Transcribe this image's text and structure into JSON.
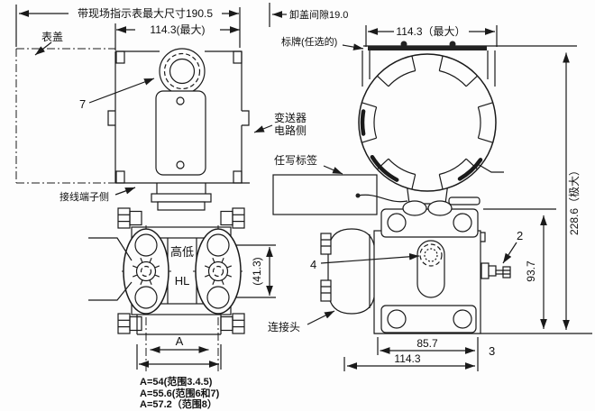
{
  "diagram": {
    "type": "engineering-dimension-drawing",
    "subject": "differential-pressure-transmitter",
    "left_view": {
      "dim_overall": "带现场指示表最大尺寸190.5",
      "dim_width": "114.3(最大)",
      "cover_label": "表盖",
      "callout_7": "7",
      "circuit_side_line1": "变送器",
      "circuit_side_line2": "电路侧",
      "terminal_side": "接线端子侧",
      "high_low": "高低",
      "hl": "HL",
      "dim_port_span": "(41.3)",
      "dim_a": "A",
      "notes": [
        "A=54(范围3.4.5)",
        "A=55.6(范围6和7)",
        "A=57.2（范围8）"
      ]
    },
    "right_view": {
      "clearance": "卸盖间隙19.0",
      "nameplate": "标牌(任选的)",
      "dim_width": "114.3（最大）",
      "tag_label": "任写标签",
      "connector_label": "连接头",
      "dim_height_total": "228.6（极大）",
      "dim_height_body": "93.7",
      "dim_bolt_span": "85.7",
      "dim_body_width": "114.3",
      "callout_2": "2",
      "callout_3": "3",
      "callout_4": "4"
    },
    "colors": {
      "line": "#1a1a1a",
      "text": "#111111",
      "background": "#fdfdfd",
      "dark_fill": "#222222"
    }
  }
}
